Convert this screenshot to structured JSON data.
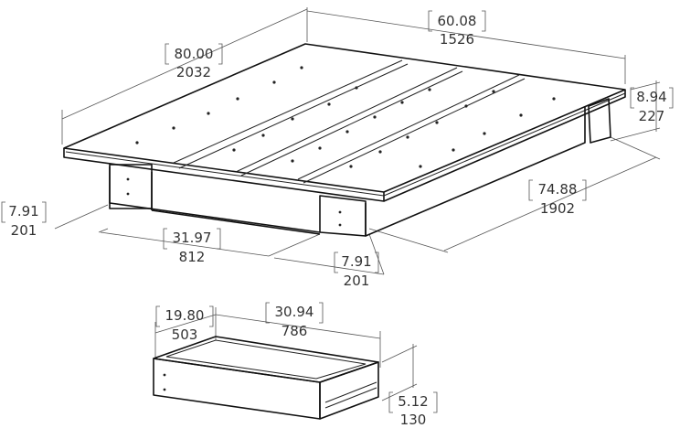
{
  "dimensions": {
    "width": {
      "in": "60.08",
      "mm": "1526"
    },
    "length": {
      "in": "80.00",
      "mm": "2032"
    },
    "height": {
      "in": "8.94",
      "mm": "227"
    },
    "leg_left": {
      "in": "7.91",
      "mm": "201"
    },
    "leg_spacing": {
      "in": "31.97",
      "mm": "812"
    },
    "leg_front": {
      "in": "7.91",
      "mm": "201"
    },
    "inner_length": {
      "in": "74.88",
      "mm": "1902"
    },
    "drawer_depth": {
      "in": "19.80",
      "mm": "503"
    },
    "drawer_width": {
      "in": "30.94",
      "mm": "786"
    },
    "drawer_height": {
      "in": "5.12",
      "mm": "130"
    }
  },
  "colors": {
    "line": "#111111",
    "dimension": "#555555",
    "text": "#333333"
  }
}
